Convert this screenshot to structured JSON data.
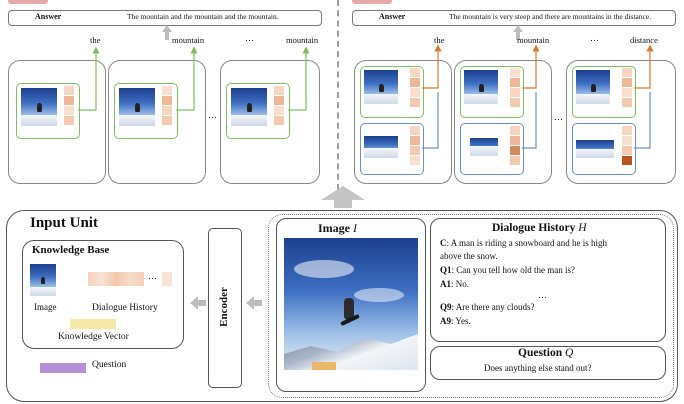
{
  "left_panel": {
    "answer_label": "Answer",
    "answer_text": "The mountain and the mountain and the mountain.",
    "words": [
      "the",
      "mountain",
      "…",
      "mountain"
    ]
  },
  "right_panel": {
    "answer_label": "Answer",
    "answer_text": "The mountain is very steep and there are mountains in the distance.",
    "words": [
      "the",
      "mountain",
      "…",
      "distance"
    ]
  },
  "input_unit": {
    "title": "Input Unit",
    "knowledge_base": {
      "title": "Knowledge Base",
      "image_label": "Image",
      "dialogue_history_label": "Dialogue History",
      "knowledge_vector_label": "Knowledge Vector",
      "question_label": "Question",
      "dots": "…"
    },
    "encoder_label": "Encoder",
    "image_title": "Image",
    "image_symbol": "I",
    "dialogue": {
      "title": "Dialogue History",
      "symbol": "H",
      "caption_tag": "C",
      "caption_line1": ": A man is riding a snowboard and he is high",
      "caption_line2": "above the snow.",
      "q1_tag": "Q1",
      "q1_text": ": Can you tell  how old the man is?",
      "a1_tag": "A1",
      "a1_text": ": No.",
      "ellipsis": "…",
      "q9_tag": "Q9",
      "q9_text": ": Are there any clouds?",
      "a9_tag": "A9",
      "a9_text": ": Yes."
    },
    "question": {
      "title": "Question",
      "symbol": "Q",
      "text": "Does anything else stand out?"
    }
  },
  "colors": {
    "green_arrow": "#7fbf62",
    "orange_arrow": "#d9782d",
    "blue_frame": "#6c8fd0",
    "knowledge_vector": "#f6e9a8",
    "question_bar": "#b78fd6",
    "history_bar": "#f2cdb5",
    "gray_arrow": "#bdbdbd"
  }
}
